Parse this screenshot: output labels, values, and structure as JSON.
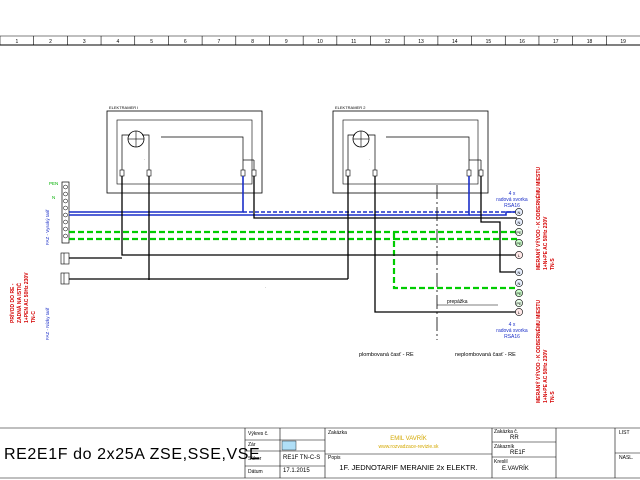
{
  "ruler": [
    "1",
    "2",
    "3",
    "4",
    "5",
    "6",
    "7",
    "8",
    "9",
    "10",
    "11",
    "12",
    "13",
    "14",
    "15",
    "16",
    "17",
    "18",
    "19"
  ],
  "boxes": {
    "left_label": "ELEKTRAMER I",
    "right_label": "ELEKTRAMER 2"
  },
  "terminal": {
    "pen": "PEN",
    "n": "N",
    "l": "L"
  },
  "left_side": {
    "supply_lines": [
      "PRÍVOD DO RE -",
      "ZADNÁ NA ISTIČ",
      "1+PEN AC 50Hz 230V",
      "TN-C"
    ],
    "faze_high": "FAZ - Vysoký tarif",
    "faze_low": "FAZ - Nízky tarif"
  },
  "right_side": {
    "top_terminals": "4 x\nradová svorka\nRSA16",
    "bottom_terminals": "4 x\nradová svorka\nRSA16",
    "partition": "prepážka",
    "top_note": [
      "MERANÝ VÝVOD - K ODBERNÉMU MIESTU",
      "1+N+PE AC 50Hz 230V",
      "TN-S"
    ],
    "bottom_note": [
      "MERANÝ VÝVOD - K ODBERNÉMU MIESTU",
      "1+N+PE AC 50Hz 230V",
      "TN-S"
    ]
  },
  "areas": {
    "sealed": "plombovaná časť - RE",
    "unsealed": "neplombovaná časť - RE"
  },
  "title_block": {
    "big_title": "RE2E1F do 2x25A ZSE,SSE,VSE",
    "vykres_label": "Výkres č.",
    "index_label": "Zár",
    "subor_label": "Súbor",
    "subor_value": "RE1F TN-C-S",
    "datum_label": "Dátum",
    "datum_value": "17.1.2015",
    "zakazka_label": "Zakázka",
    "company": "EMIL VAVRÍK",
    "web": "www.rozvadzace-revizie.sk",
    "popis_label": "Popis",
    "description": "1F. JEDNOTARIF MERANIE 2x ELEKTR.",
    "zakazka_no_label": "Zakázka č.",
    "zakazka_no_value": "RR",
    "zakaznik_label": "Zákazník",
    "zakaznik_value": "RE1F",
    "kreslil_label": "Kreslil",
    "kreslil_value": "E.VAVRÍK",
    "list_label": "LIST",
    "nasl_label": "NASL."
  }
}
